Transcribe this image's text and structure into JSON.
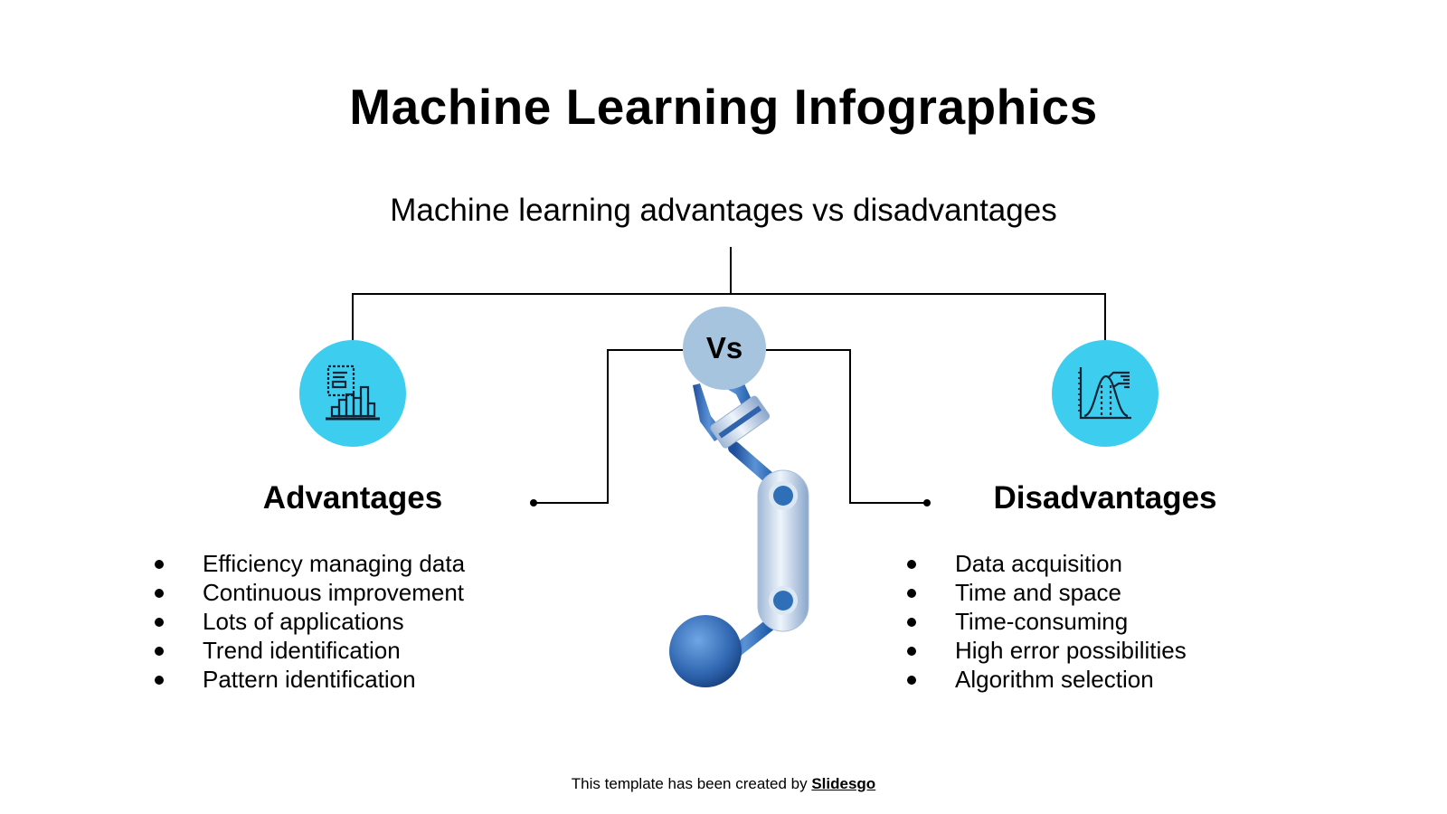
{
  "slide": {
    "title": "Machine Learning Infographics",
    "subtitle": "Machine learning advantages vs disadvantages",
    "vs_label": "Vs",
    "colors": {
      "icon_circle": "#3dcdef",
      "vs_circle": "#a7c4de",
      "robot_blue": "#2f6fb8",
      "line": "#000000"
    }
  },
  "advantages": {
    "heading": "Advantages",
    "icon": "bar-chart-report-icon",
    "items": [
      "Efficiency managing data",
      "Continuous improvement",
      "Lots of applications",
      "Trend identification",
      "Pattern identification"
    ]
  },
  "disadvantages": {
    "heading": "Disadvantages",
    "icon": "bell-curve-chart-icon",
    "items": [
      "Data acquisition",
      "Time and space",
      "Time-consuming",
      "High error possibilities",
      "Algorithm selection"
    ]
  },
  "illustration": "robot-arm-illustration",
  "footer": {
    "text": "This template has been created by ",
    "brand": "Slidesgo"
  }
}
